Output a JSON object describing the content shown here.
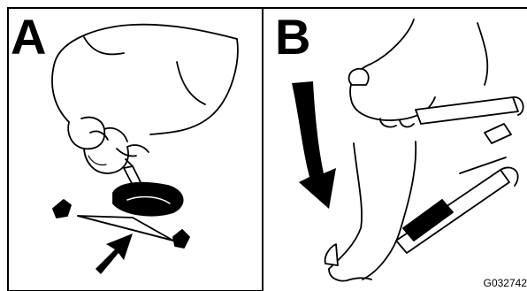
{
  "panels": [
    {
      "letter": "A"
    },
    {
      "letter": "B"
    }
  ],
  "figure_code": "G032742"
}
